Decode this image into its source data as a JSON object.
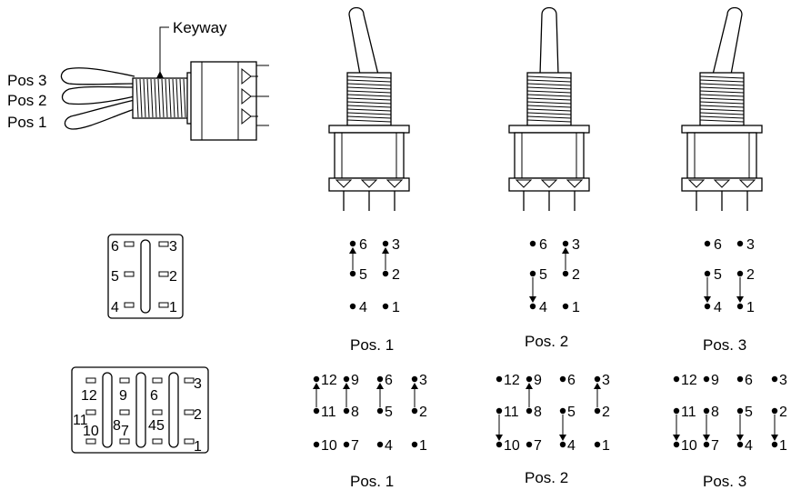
{
  "side_view": {
    "keyway_label": "Keyway",
    "positions": [
      "Pos 3",
      "Pos 2",
      "Pos 1"
    ]
  },
  "captions": {
    "pos1": "Pos. 1",
    "pos2": "Pos. 2",
    "pos3": "Pos. 3"
  },
  "dpdt": {
    "pins": [
      "6",
      "3",
      "5",
      "2",
      "4",
      "1"
    ]
  },
  "four_pole": {
    "pins": [
      "12",
      "9",
      "6",
      "3",
      "11",
      "8",
      "5",
      "2",
      "10",
      "7",
      "4",
      "1"
    ],
    "pos3_visible_right": [
      "3",
      "2",
      "1"
    ]
  }
}
